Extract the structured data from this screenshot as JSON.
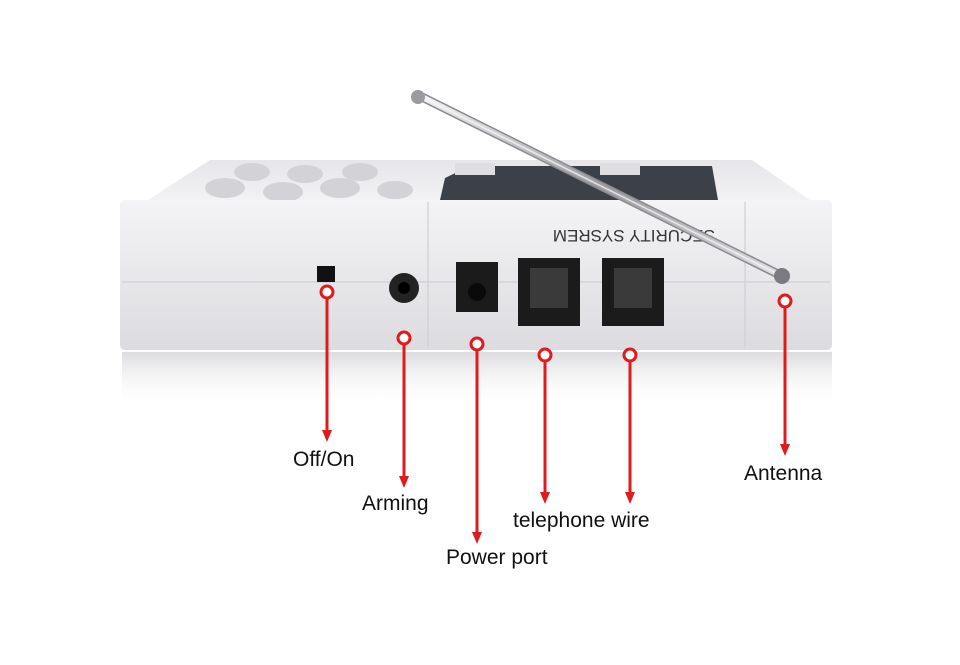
{
  "device": {
    "panel_text": "SECURITY SYSREM",
    "colors": {
      "body": "#e9e9ec",
      "shadow": "#c9c9ce",
      "port": "#1a1a1a",
      "callout": "#e01b1b"
    }
  },
  "callouts": [
    {
      "id": "off-on",
      "label": "Off/On"
    },
    {
      "id": "arming",
      "label": "Arming"
    },
    {
      "id": "power-port",
      "label": "Power port"
    },
    {
      "id": "telephone-wire",
      "label": "telephone wire"
    },
    {
      "id": "antenna",
      "label": "Antenna"
    }
  ]
}
